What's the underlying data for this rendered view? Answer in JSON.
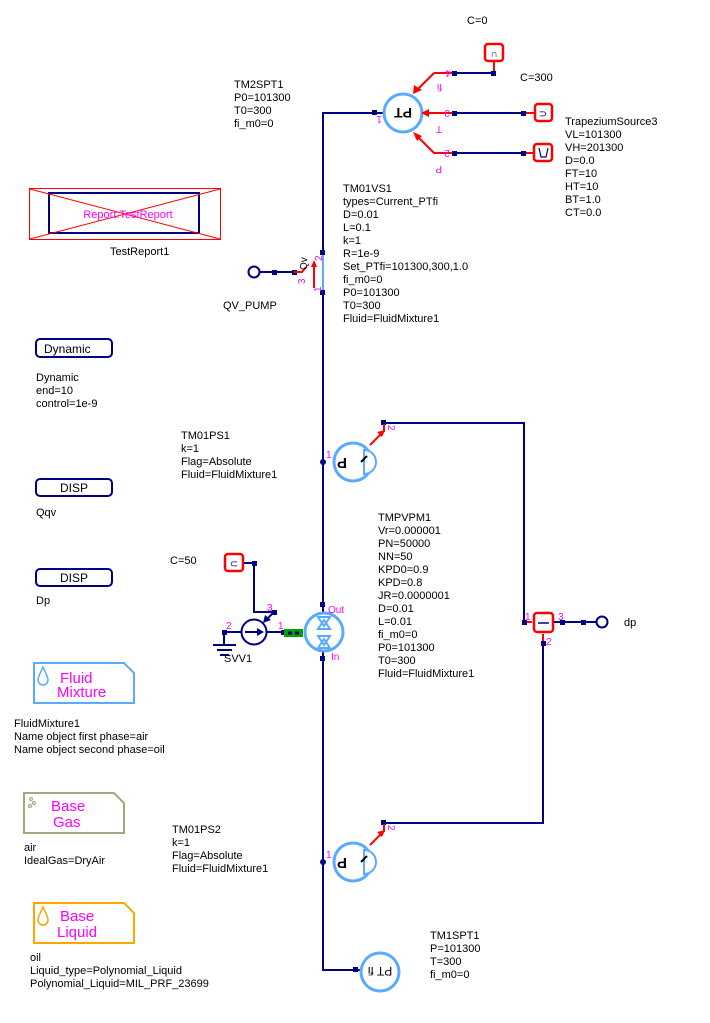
{
  "colors": {
    "wire": "#000080",
    "signal": "#ff0000",
    "block": "#5aabff",
    "pin_label": "#ff00ff",
    "coupling": "#00a000",
    "gas": "#a8a880",
    "liquid": "#ffa500"
  },
  "constants": {
    "c0": "C=0",
    "c300": "C=300",
    "c50": "C=50"
  },
  "tm2spt1": {
    "lines": [
      "TM2SPT1",
      "P0=101300",
      "T0=300",
      "fi_m0=0"
    ],
    "symbol": "PT",
    "pins": {
      "p1": "1",
      "p2": "2",
      "p3": "3",
      "p4": "4",
      "fi": "fi",
      "T": "T",
      "P": "P"
    }
  },
  "trapezium": {
    "lines": [
      "TrapeziumSource3",
      "VL=101300",
      "VH=201300",
      "D=0.0",
      "FT=10",
      "HT=10",
      "BT=1.0",
      "CT=0.0"
    ]
  },
  "report": {
    "inner_label": "Report.TestReport",
    "name": "TestReport1"
  },
  "qv_pump": {
    "name": "QV_PUMP",
    "pins": {
      "qv": "Qv",
      "p1": "1",
      "p2": "2",
      "p3": "3"
    }
  },
  "tm01vs1": {
    "lines": [
      "TM01VS1",
      "types=Current_PTfi",
      "D=0.01",
      "L=0.1",
      "k=1",
      "R=1e-9",
      "Set_PTfi=101300,300,1.0",
      "fi_m0=0",
      "P0=101300",
      "T0=300",
      "Fluid=FluidMixture1"
    ]
  },
  "dynamic": {
    "button": "Dynamic",
    "lines": [
      "Dynamic",
      "end=10",
      "control=1e-9"
    ]
  },
  "tm01ps1": {
    "lines": [
      "TM01PS1",
      "k=1",
      "Flag=Absolute",
      "Fluid=FluidMixture1"
    ],
    "symbol": "P",
    "pins": {
      "p1": "1",
      "p2": "2"
    }
  },
  "disp1": {
    "button": "DISP",
    "name": "Qqv"
  },
  "disp2": {
    "button": "DISP",
    "name": "Dp"
  },
  "tmpvpm1": {
    "lines": [
      "TMPVPM1",
      "Vr=0.000001",
      "PN=50000",
      "NN=50",
      "KPD0=0.9",
      "KPD=0.8",
      "JR=0.0000001",
      "D=0.01",
      "L=0.01",
      "fi_m0=0",
      "P0=101300",
      "T0=300",
      "Fluid=FluidMixture1"
    ],
    "pins": {
      "out": "Out",
      "in": "In"
    }
  },
  "svv1": {
    "name": "SVV1",
    "pins": {
      "p1": "1",
      "p2": "2",
      "p3": "3"
    }
  },
  "subtract": {
    "output_name": "dp",
    "pins": {
      "p1": "1",
      "p2": "2",
      "p3": "3"
    }
  },
  "fluid_mixture": {
    "title_1": "Fluid",
    "title_2": "Mixture",
    "lines": [
      "FluidMixture1",
      "Name object first phase=air",
      "Name object second phase=oil"
    ]
  },
  "base_gas": {
    "title_1": "Base",
    "title_2": "Gas",
    "lines": [
      "air",
      "IdealGas=DryAir"
    ]
  },
  "tm01ps2": {
    "lines": [
      "TM01PS2",
      "k=1",
      "Flag=Absolute",
      "Fluid=FluidMixture1"
    ],
    "symbol": "P",
    "pins": {
      "p1": "1",
      "p2": "2"
    }
  },
  "base_liquid": {
    "title_1": "Base",
    "title_2": "Liquid",
    "lines": [
      "oil",
      "Liquid_type=Polynomial_Liquid",
      "Polynomial_Liquid=MIL_PRF_23699"
    ]
  },
  "tm1spt1": {
    "lines": [
      "TM1SPT1",
      "P=101300",
      "T=300",
      "fi_m0=0"
    ],
    "symbol": "PT fi"
  }
}
